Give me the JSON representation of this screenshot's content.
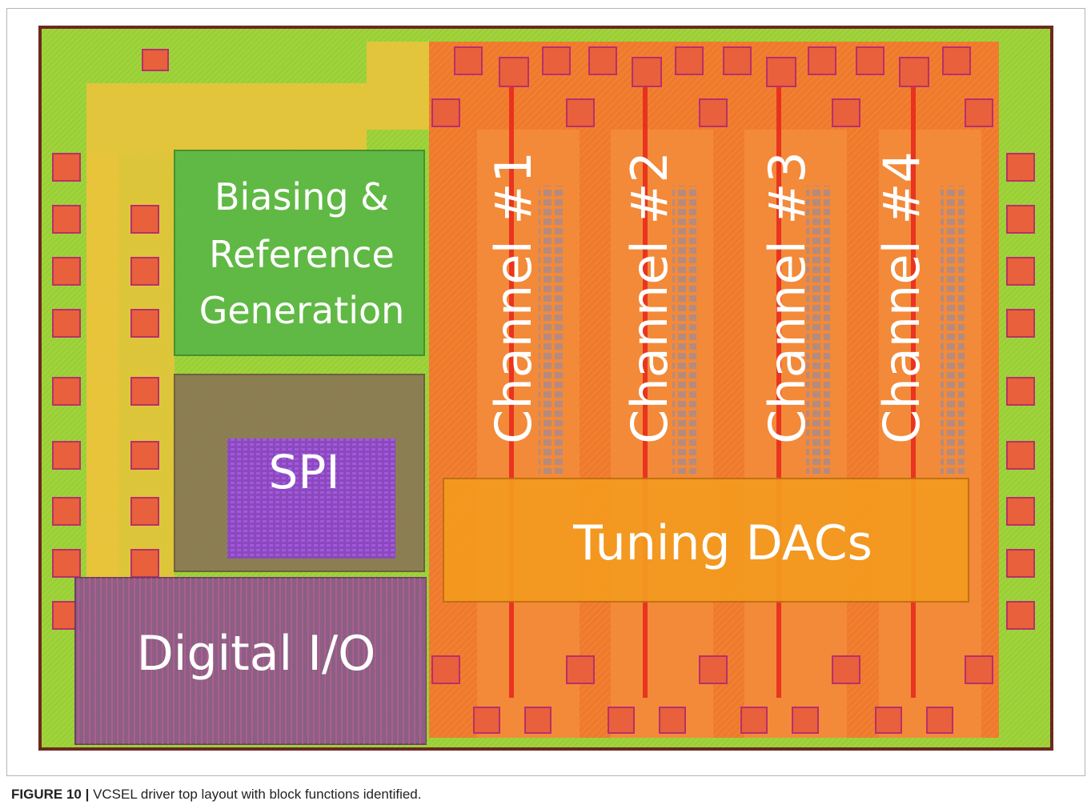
{
  "diagram": {
    "blocks": {
      "biasing": {
        "lines": [
          "Biasing &",
          "Reference",
          "Generation"
        ]
      },
      "spi": {
        "label": "SPI"
      },
      "digital_io": {
        "label": "Digital I/O"
      },
      "tuning_dacs": {
        "label": "Tuning DACs"
      },
      "channels": [
        {
          "label": "Channel #1"
        },
        {
          "label": "Channel #2"
        },
        {
          "label": "Channel #3"
        },
        {
          "label": "Channel #4"
        }
      ]
    },
    "colors": {
      "chip_border": "#6b2a1e",
      "substrate_green": "#9ed43a",
      "substrate_yellow": "#e9c33c",
      "channel_region": "#f07a2c",
      "channel_stripe": "#f28a3a",
      "biasing_block": "#5db845",
      "spi_block": "#8c7a55",
      "spi_core": "#8a3fd1",
      "digital_io_block": "#8b5a86",
      "tuning_dacs_block": "#f49a1e",
      "pad": "#e8603c",
      "pad_border": "#b8306a",
      "trace_red": "#e8241c"
    }
  },
  "caption": {
    "label": "FIGURE 10 |",
    "text": " VCSEL driver top layout with block functions identified."
  }
}
